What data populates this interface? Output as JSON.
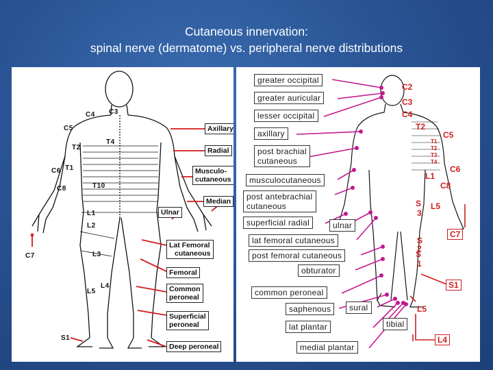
{
  "slide": {
    "title_line1": "Cutaneous innervation:",
    "title_line2": "spinal nerve (dermatome) vs. peripheral nerve distributions"
  },
  "left_figure": {
    "segment_labels": [
      "C4",
      "C3",
      "C5",
      "T2",
      "T4",
      "C6",
      "T1",
      "C8",
      "T10",
      "L1",
      "L2",
      "C7",
      "L3",
      "L4",
      "L5",
      "S1"
    ],
    "nerve_labels": [
      "Axillary",
      "Radial",
      "Musculo-",
      "cutaneous",
      "Median",
      "Ulnar",
      "Lat Femoral",
      "cutaneous",
      "Femoral",
      "Common",
      "peroneal",
      "Superficial",
      "peroneal",
      "Deep  peroneal"
    ]
  },
  "right_figure": {
    "nerve_labels": [
      "greater occipital",
      "greater auricular",
      "lesser occipital",
      "axillary",
      "post brachial",
      "cutaneous",
      "musculocutaneous",
      "post antebrachial",
      "cutaneous",
      "superficial radial",
      "ulnar",
      "lat femoral cutaneous",
      "post femoral cutaneous",
      "obturator",
      "common peroneal",
      "saphenous",
      "sural",
      "tibial",
      "lat plantar",
      "medial plantar"
    ],
    "segment_labels": [
      "C2",
      "C3",
      "C4",
      "T2",
      "C5",
      "T1",
      "T2",
      "T3",
      "T4",
      "C6",
      "L1",
      "C8",
      "S",
      "3",
      "L5",
      "S",
      "1",
      "C7",
      "S",
      "2",
      "S1",
      "L5",
      "L4"
    ],
    "colors": {
      "nerve": "#c2188f",
      "segment": "#cc1f1f"
    }
  }
}
